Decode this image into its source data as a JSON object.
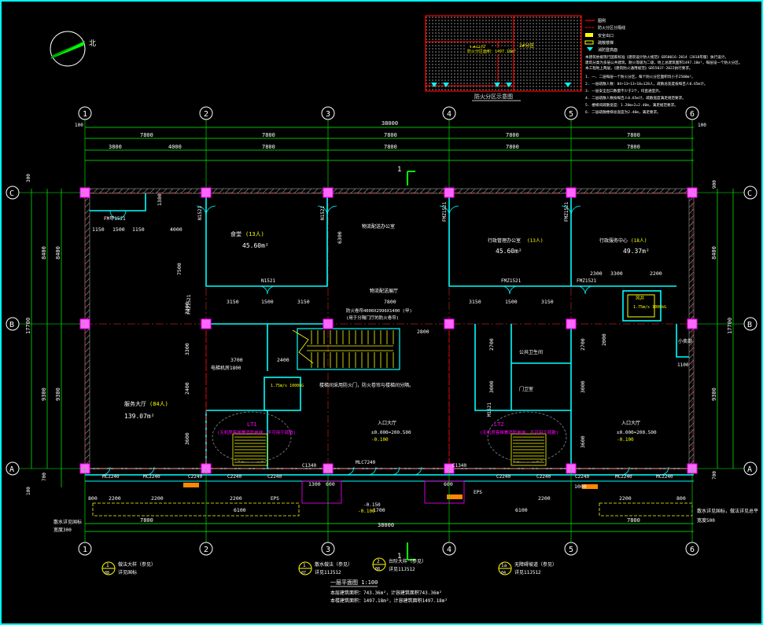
{
  "north": {
    "label": "北"
  },
  "grid": {
    "cols": [
      "1",
      "2",
      "3",
      "4",
      "5",
      "6"
    ],
    "rows": [
      "C",
      "B",
      "A"
    ]
  },
  "dims": {
    "overall": "38000",
    "bay": "7800",
    "edge": "100",
    "sub1": "3800",
    "sub2": "4000",
    "left_total": "17700",
    "left_8400": "8400",
    "left_9300": "9300",
    "left_300": "300",
    "left_700": "700",
    "right_900": "900",
    "right_1100": "1100",
    "d1150a": "1150",
    "d1500": "1500",
    "d1150b": "1150",
    "d4000": "4000",
    "d7500": "7500",
    "d3150a": "3150",
    "d1500b": "1500",
    "d3150b": "3150",
    "d2300": "2300",
    "d3300": "3300",
    "d2200": "2200",
    "d3700": "3700",
    "d2400": "2400",
    "d2800": "2800",
    "d3000a": "3000",
    "d3000b": "3000",
    "d2700": "2700",
    "d3600": "3600",
    "d6100a": "6100",
    "d1700": "1700",
    "d6100b": "6100",
    "d1300": "1300",
    "d1000": "1000",
    "d600": "600",
    "d800": "800",
    "d6300": "6300",
    "d2000": "2000",
    "d1380": "1380"
  },
  "rooms": {
    "r1_name": "食堂",
    "r1_people": "(13人)",
    "r1_area": "45.60m²",
    "r2_name": "物流配送办公室",
    "r3_name": "行政管理办公室",
    "r3_people": "(13人)",
    "r3_area": "45.60m²",
    "r4_name": "行政服务中心",
    "r4_people": "(18人)",
    "r4_area": "49.37m²",
    "r5_name": "服务大厅",
    "r5_people": "(84人)",
    "r5_area": "139.07m²",
    "r6_name": "电梯机房1800",
    "r7_name": "公共卫生间",
    "r8_name": "小卖部",
    "r9_name": "门卫室",
    "r10_name": "风井",
    "lobby1": "入口大厅",
    "lobby2": "入口大厅",
    "dining": "物流配送展厅",
    "elevator_spec": "1.75m/s  1000kG",
    "elevator_spec2": "1.75m/s  1000kG",
    "stair_note": "楼梯间采用防火门，防火卷帘与楼梯间分隔。"
  },
  "elev": {
    "e1": "±0.000=200.500",
    "e1b": "-0.100",
    "e2": "±0.000=200.500",
    "e2b": "-0.100",
    "e3": "-0.100",
    "e4": "-0.150"
  },
  "doors": {
    "fm1": "FM甲1521",
    "n1521a": "N1521",
    "n1521b": "N1521",
    "n1521c": "N1521",
    "fmz1a": "FMZ1521",
    "fmz1b": "FMZ1521",
    "fmz1c": "FMZ1521",
    "fmz1d": "FMZ1521",
    "fmz1e": "FMZ1521",
    "m1521": "M1521",
    "mc2240a": "MC2240",
    "mc2240b": "MC2240",
    "c2240a": "C2240",
    "c2240b": "C2240",
    "c2240c": "C2240",
    "c2240d": "C2240",
    "c2240e": "C2240",
    "c2240f": "C2240",
    "mc2240c": "MC2240",
    "mc2240d": "MC2240",
    "mlc7240": "MLC7240",
    "c1340a": "C1340",
    "c1340b": "C1340",
    "eps": "EPS",
    "shutter": "防火卷帘4000X2996X1400 (甲)",
    "shutter_sub": "(用于分隔门厅的防火卷帘)"
  },
  "lifts": {
    "lt1": "LT1",
    "lt1_note": "(无机房客梯兼消防电梯，不可用于疏散)",
    "lt2": "LT2",
    "lt2_note": "(无机房客梯兼消防电梯，不可用于疏散)"
  },
  "section": {
    "mark": "1"
  },
  "callouts": [
    {
      "num": "1",
      "sheet": "08",
      "txt": "做法大样（参见）",
      "sub": "详见国标"
    },
    {
      "num": "1",
      "sheet": "07",
      "txt": "散水做法（参见）",
      "sub": "详见11J512"
    },
    {
      "num": "2",
      "sheet": "08",
      "txt": "台阶大样（参见）",
      "sub": "详见11J512"
    },
    {
      "num": "1a",
      "sheet": "04",
      "txt": "无障碍坡道（参见）",
      "sub": "详见11J512"
    }
  ],
  "bottom_notes": {
    "left1": "散水详见国标",
    "left2": "宽度300",
    "right1": "散水详见国标，做法详见总平",
    "right2": "宽度500"
  },
  "title": {
    "main": "一层平面图 1:100",
    "line1": "本层建筑面积：743.36m²，计容建筑面积743.36m²",
    "line2": "本楼建筑面积：1497.18m²，计容建筑面积1497.18m²"
  },
  "inset": {
    "caption": "防火分区示意图",
    "zone": "1#分区",
    "zone_sub": "防火分区面积：1497.18m²",
    "zone2": "2#分区"
  },
  "legend": [
    {
      "txt": "图例"
    },
    {
      "txt": "防火分区分隔线"
    },
    {
      "txt": "安全出口"
    },
    {
      "txt": "疏散楼梯"
    },
    {
      "txt": "消防登高面"
    }
  ],
  "notes": [
    "本建筑依据现行国家标准《建筑设计防火规范》GB50016-2014（2018年版）执行设计。",
    "建筑分类为多层公共建筑，耐火等级为二级，地上总建筑面积1497.18m²，每层设一个防火分区。",
    "本工程地上两层，《建筑防火通用规范》GB55037-2022执行要求。",
    "1. 一、二层每层一个防火分区，每个防火分区面积均小于2500m²。",
    "2. 一层疏散人数：84+13+13+18=128人，疏散总宽度按每百人0.65m计。",
    "3. 一层安全出口数量不少于2个，均直通室外。",
    "4. 二层疏散人数按每百人0.65m计，疏散宽度满足规范要求。",
    "5. 楼梯间疏散宽度：1.20m×2=2.40m，满足规范要求。",
    "6. 二层疏散楼梯总宽度为2.40m，满足要求。"
  ]
}
